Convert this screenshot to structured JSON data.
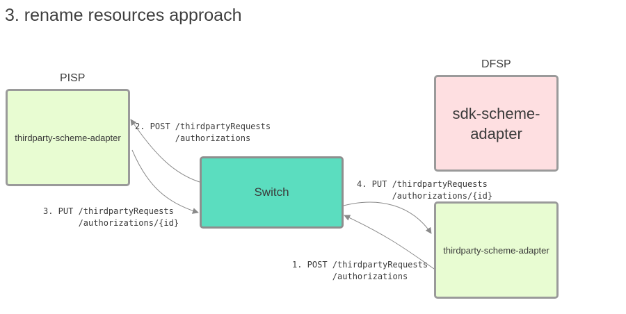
{
  "title": "3. rename resources approach",
  "groups": {
    "pisp": "PISP",
    "dfsp": "DFSP"
  },
  "nodes": {
    "pisp_adapter": "thirdparty-scheme-adapter",
    "switch": "Switch",
    "dfsp_sdk_adapter": "sdk-scheme-adapter",
    "dfsp_thirdparty_adapter": "thirdparty-scheme-adapter"
  },
  "edges": [
    {
      "label": "2. POST /thirdpartyRequests\n        /authorizations",
      "from": "switch",
      "to": "pisp_adapter"
    },
    {
      "label": "3. PUT /thirdpartyRequests\n       /authorizations/{id}",
      "from": "pisp_adapter",
      "to": "switch"
    },
    {
      "label": "4. PUT /thirdpartyRequests\n       /authorizations/{id}",
      "from": "switch",
      "to": "dfsp_thirdparty_adapter"
    },
    {
      "label": "1. POST /thirdpartyRequests\n        /authorizations",
      "from": "dfsp_thirdparty_adapter",
      "to": "switch"
    }
  ],
  "colors": {
    "adapter_fill": "#e8fcd2",
    "sdk_fill": "#fedfe1",
    "switch_fill": "#5bddbf",
    "border": "#9a9a9a",
    "arrow": "#8a8a8a"
  }
}
